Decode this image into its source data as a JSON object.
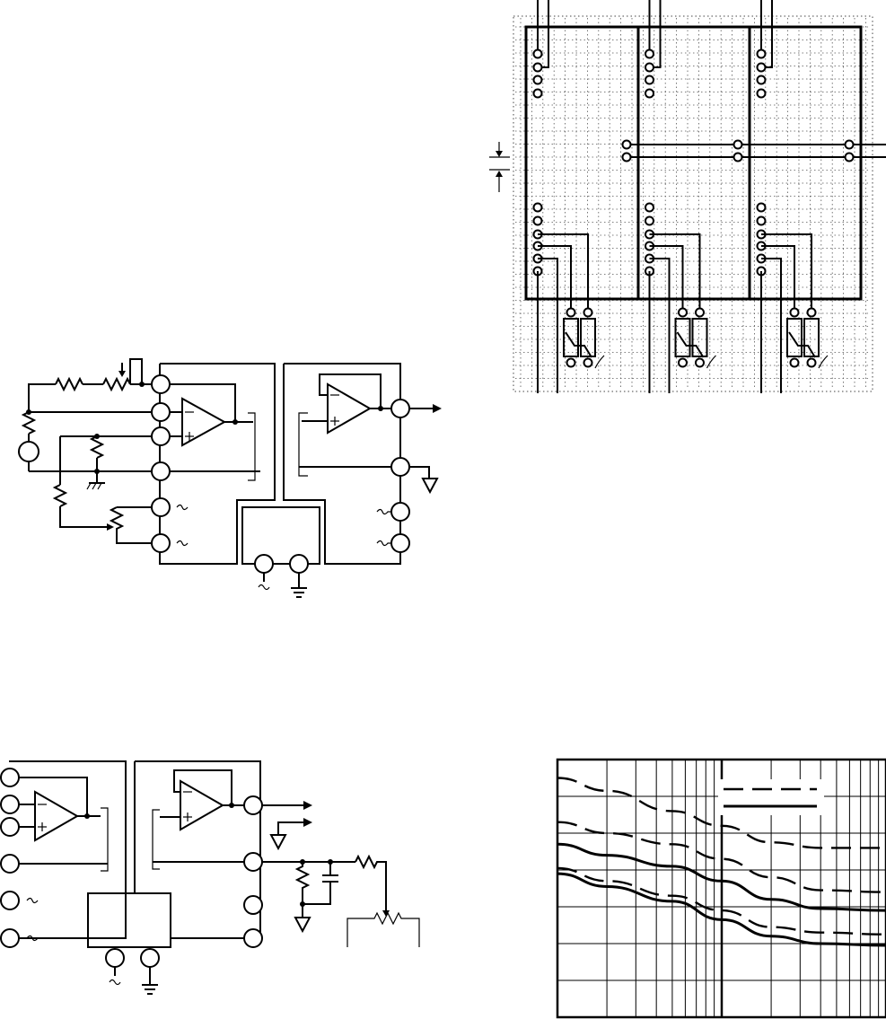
{
  "figures": [
    {
      "id": "pcb-layout"
    },
    {
      "id": "bridge-circuit"
    },
    {
      "id": "output-filter-circuit"
    },
    {
      "id": "response-chart"
    }
  ],
  "chart_data": {
    "type": "line",
    "title": "",
    "xlabel": "",
    "ylabel": "",
    "x_scale": "log",
    "x_decades": [
      1,
      10,
      100
    ],
    "xlim": [
      1,
      100
    ],
    "ylim": [
      0,
      7
    ],
    "grid": true,
    "legend": {
      "placement": "top-center",
      "entries": [
        {
          "style": "dashed"
        },
        {
          "style": "solid"
        }
      ]
    },
    "series": [
      {
        "style": "dashed",
        "x": [
          1,
          2,
          5,
          10,
          20,
          40,
          100
        ],
        "y": [
          6.5,
          6.15,
          5.6,
          5.2,
          4.75,
          4.6,
          4.6
        ]
      },
      {
        "style": "dashed",
        "x": [
          1,
          2,
          5,
          10,
          20,
          40,
          100
        ],
        "y": [
          5.3,
          5.0,
          4.7,
          4.3,
          3.8,
          3.45,
          3.4
        ]
      },
      {
        "style": "solid",
        "x": [
          1,
          2,
          5,
          10,
          20,
          40,
          100
        ],
        "y": [
          4.7,
          4.4,
          4.1,
          3.7,
          3.2,
          2.95,
          2.9
        ]
      },
      {
        "style": "dashed",
        "x": [
          1,
          2,
          5,
          10,
          20,
          40,
          100
        ],
        "y": [
          4.05,
          3.7,
          3.3,
          2.9,
          2.45,
          2.3,
          2.25
        ]
      },
      {
        "style": "solid",
        "x": [
          1,
          2,
          5,
          10,
          20,
          40,
          100
        ],
        "y": [
          3.9,
          3.55,
          3.15,
          2.65,
          2.2,
          2.0,
          1.95
        ]
      }
    ]
  }
}
